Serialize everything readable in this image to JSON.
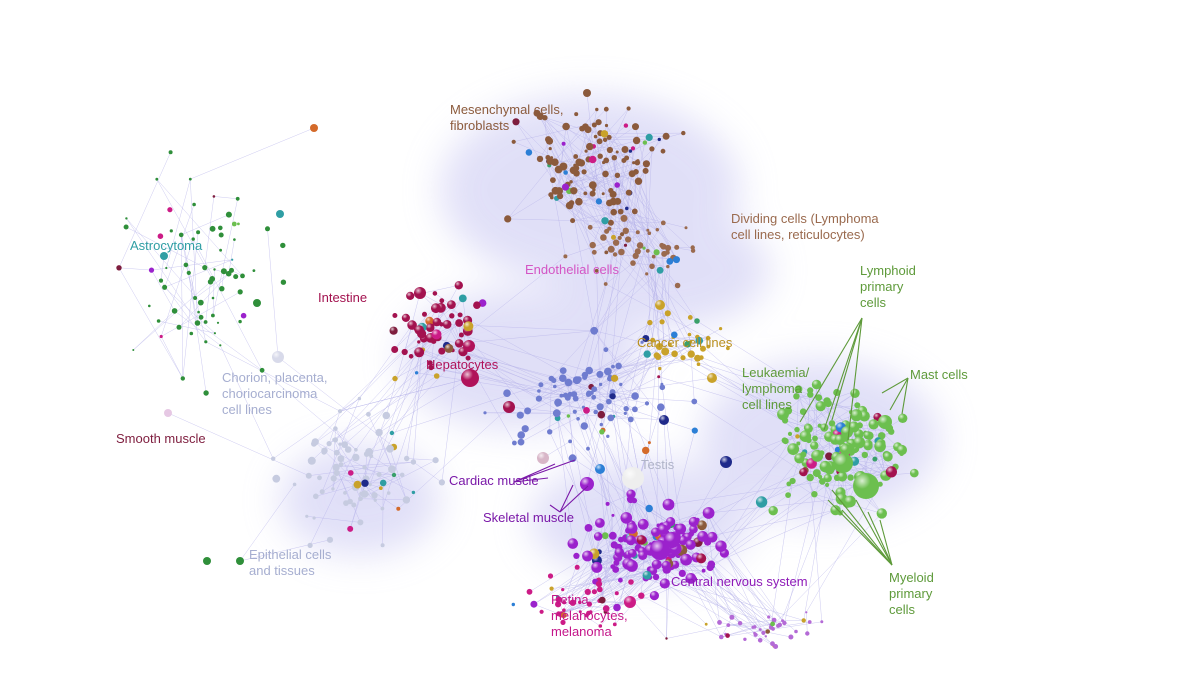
{
  "colors": {
    "edge": "#b7b4ea",
    "cloud": "#c8c6f2",
    "mesenchymal": "#8b5a3c",
    "dividing": "#9a6a4e",
    "astrocytoma": "#2f9ea4",
    "intestine": "#a3124f",
    "hepatocytes": "#b0125a",
    "endothelial": "#d455c4",
    "cancer": "#b99020",
    "lymphoid": "#5e9a3a",
    "mast": "#5e9a3a",
    "leukaemia": "#5e9a3a",
    "myeloid": "#5e9a3a",
    "chorion": "#a6aed0",
    "smooth_muscle": "#7e1d3e",
    "testis": "#b0b4c8",
    "cardiac": "#7a18a8",
    "skeletal": "#7a18a8",
    "cns": "#8e1ab8",
    "retina": "#c4168a",
    "epithelial": "#a6aed0"
  },
  "labels": {
    "mesenchymal": [
      "Mesenchymal cells,",
      "fibroblasts"
    ],
    "dividing": [
      "Dividing cells (Lymphoma",
      "cell lines, reticulocytes)"
    ],
    "astrocytoma": [
      "Astrocytoma"
    ],
    "lymphoid": [
      "Lymphoid",
      "primary",
      "cells"
    ],
    "endothelial": [
      "Endothelial cells"
    ],
    "intestine": [
      "Intestine"
    ],
    "cancer": [
      "Cancer cell lines"
    ],
    "mast": [
      "Mast cells"
    ],
    "hepatocytes": [
      "Hepatocytes"
    ],
    "leukaemia": [
      "Leukaemia/",
      "lymphoma",
      "cell lines"
    ],
    "chorion": [
      "Chorion, placenta,",
      "choriocarcinoma",
      "cell lines"
    ],
    "smooth_muscle": [
      "Smooth muscle"
    ],
    "testis": [
      "Testis"
    ],
    "cardiac": [
      "Cardiac muscle"
    ],
    "skeletal": [
      "Skeletal muscle"
    ],
    "epithelial": [
      "Epithelial cells",
      "and tissues"
    ],
    "cns": [
      "Central nervous system"
    ],
    "myeloid": [
      "Myeloid",
      "primary",
      "cells"
    ],
    "retina": [
      "Retina,",
      "melanocytes,",
      "melanoma"
    ]
  }
}
